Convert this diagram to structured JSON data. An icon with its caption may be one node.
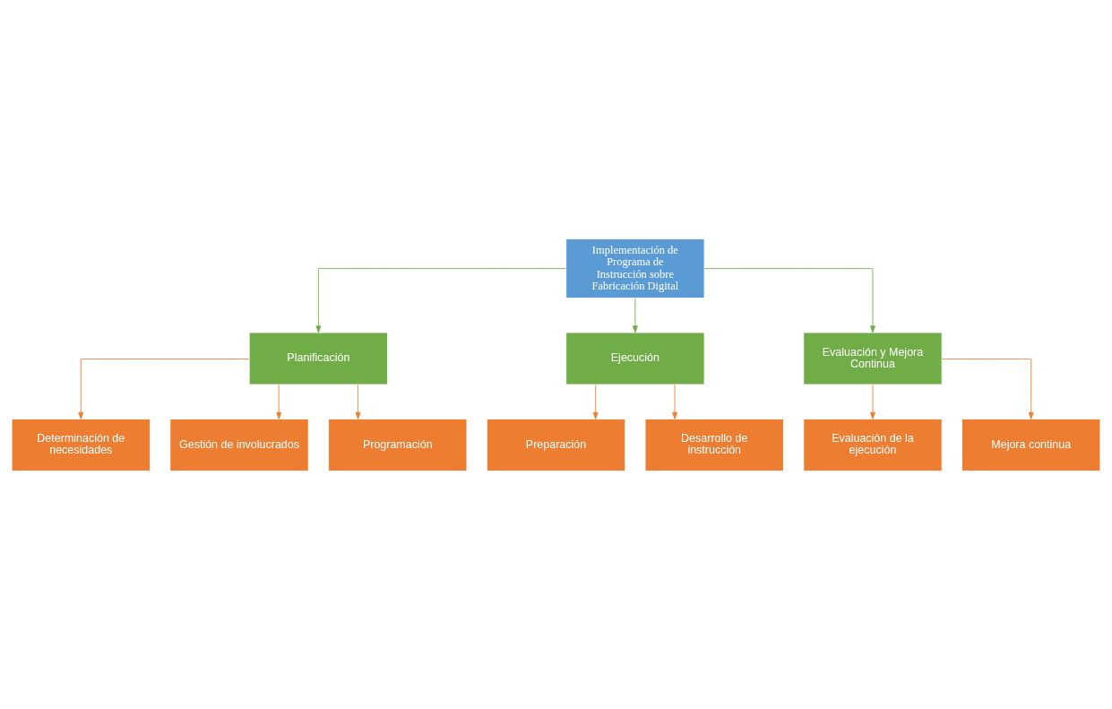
{
  "diagram": {
    "nodes": [
      {
        "text": [
          "Implementación de Programa de Instrucción sobre Fabricación Digital"
        ]
      },
      {
        "text": [
          "Planificación"
        ]
      },
      {
        "text": [
          "Ejecución"
        ]
      },
      {
        "text": [
          "Evaluación y Mejora Continua"
        ]
      },
      {
        "text": [
          "Determinación de necesidades"
        ]
      },
      {
        "text": [
          "Gestión de involucrados"
        ]
      },
      {
        "text": [
          "Programación"
        ]
      },
      {
        "text": [
          "Preparación"
        ]
      },
      {
        "text": [
          "Desarrollo de instrucción"
        ]
      },
      {
        "text": [
          "Evaluación de la ejecución"
        ]
      },
      {
        "text": [
          "Mejora continua"
        ]
      }
    ],
    "edges": [
      {
        "from": 0,
        "to": 1,
        "arrow": "to",
        "color": "#70ad47"
      },
      {
        "from": 0,
        "to": 2,
        "arrow": "to",
        "color": "#70ad47"
      },
      {
        "from": 0,
        "to": 3,
        "arrow": "to",
        "color": "#70ad47"
      },
      {
        "from": 1,
        "to": 4,
        "arrow": "to"
      },
      {
        "from": 1,
        "to": 5,
        "arrow": "to"
      },
      {
        "from": 1,
        "to": 6,
        "arrow": "to"
      },
      {
        "from": 2,
        "to": 7,
        "arrow": "to"
      },
      {
        "from": 2,
        "to": 8,
        "arrow": "to"
      },
      {
        "from": 3,
        "to": 9,
        "arrow": "to"
      },
      {
        "from": 3,
        "to": 10,
        "arrow": "to"
      }
    ]
  }
}
